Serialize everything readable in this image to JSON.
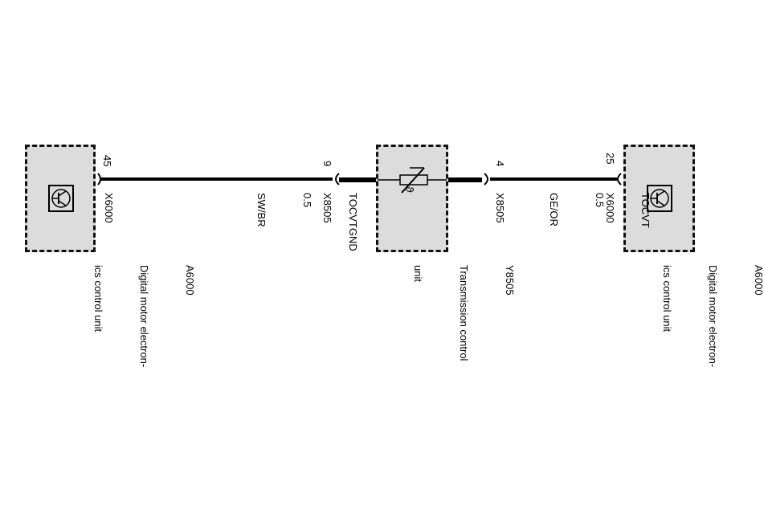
{
  "components": {
    "left_ecu": {
      "id": "A6000",
      "name_line1": "Digital motor electron-",
      "name_line2": "ics control unit",
      "icon": "transistor-icon"
    },
    "center_unit": {
      "id": "Y8505",
      "name_line1": "Transmission control",
      "name_line2": "unit",
      "icon": "variable-resistor-icon",
      "symbol": "ϑ"
    },
    "right_ecu": {
      "id": "A6000",
      "name_line1": "Digital motor electron-",
      "name_line2": "ics control unit",
      "icon": "transistor-icon"
    }
  },
  "connections": [
    {
      "from_pin": "45",
      "from_connector": "X6000",
      "to_pin": "9",
      "to_connector": "X8505",
      "signal": "TOCVTGND",
      "gauge": "0.5",
      "color": "SW/BR"
    },
    {
      "from_pin": "4",
      "from_connector": "X8505",
      "to_pin": "25",
      "to_connector": "X6000",
      "signal": "TOCVT",
      "gauge": "0.5",
      "color": "GE/OR"
    }
  ]
}
